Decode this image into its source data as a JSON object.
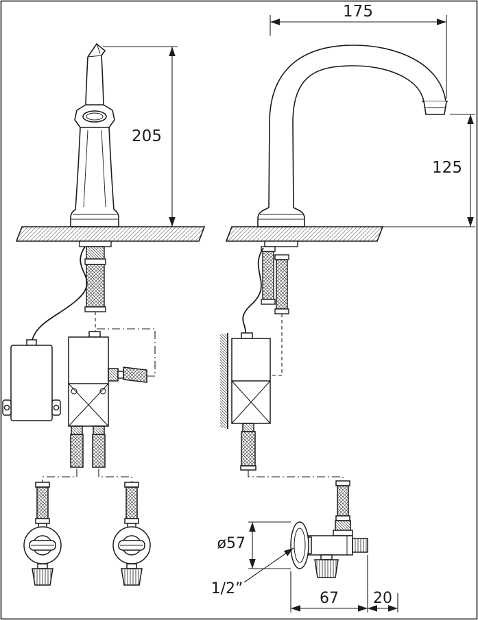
{
  "colors": {
    "line": "#1c1c1c",
    "background": "#ffffff",
    "hatch": "#8a8a8a"
  },
  "dimensions": {
    "spout_reach": "175",
    "pillar_height": "205",
    "spout_outlet_height": "125",
    "flange_diameter": "ø57",
    "connection_thread": "1/2”",
    "valve_body_length": "67",
    "valve_outlet_length": "20"
  }
}
